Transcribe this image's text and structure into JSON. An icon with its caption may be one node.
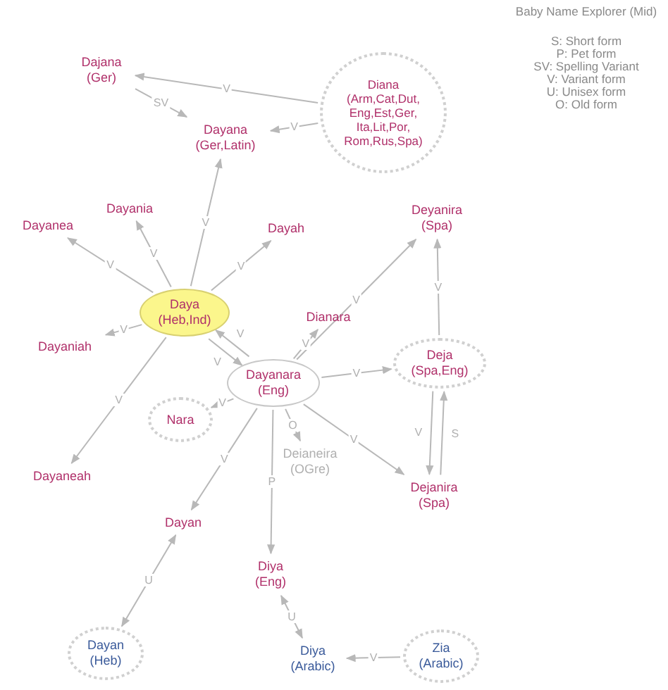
{
  "diagram": {
    "nodes": [
      {
        "text": [
          "Diana",
          "(Arm,Cat,Dut, Eng,Est,Ger, Ita,Lit,Por, Rom,Rus,Spa)"
        ]
      },
      {
        "text": [
          "Dajana",
          "(Ger)"
        ]
      },
      {
        "text": [
          "Dayana",
          "(Ger,Latin)"
        ]
      },
      {
        "text": [
          "Dayanea"
        ]
      },
      {
        "text": [
          "Dayania"
        ]
      },
      {
        "text": [
          "Dayah"
        ]
      },
      {
        "text": [
          "Deyanira",
          "(Spa)"
        ]
      },
      {
        "text": [
          "Daya",
          "(Heb,Ind)"
        ]
      },
      {
        "text": [
          "Dianara"
        ]
      },
      {
        "text": [
          "Dayaniah"
        ]
      },
      {
        "text": [
          "Dayanara",
          "(Eng)"
        ]
      },
      {
        "text": [
          "Deja",
          "(Spa,Eng)"
        ]
      },
      {
        "text": [
          "Nara"
        ]
      },
      {
        "text": [
          "Deianeira",
          "(OGre)"
        ]
      },
      {
        "text": [
          "Dejanira",
          "(Spa)"
        ]
      },
      {
        "text": [
          "Dayaneah"
        ]
      },
      {
        "text": [
          "Dayan"
        ]
      },
      {
        "text": [
          "Diya",
          "(Eng)"
        ]
      },
      {
        "text": [
          "Dayan",
          "(Heb)"
        ]
      },
      {
        "text": [
          "Diya",
          "(Arabic)"
        ]
      },
      {
        "text": [
          "Zia",
          "(Arabic)"
        ]
      }
    ],
    "edges": [
      {
        "from": 0,
        "to": 1,
        "arrow": "to",
        "label": "V"
      },
      {
        "from": 1,
        "to": 2,
        "arrow": "to",
        "label": "SV"
      },
      {
        "from": 0,
        "to": 2,
        "arrow": "to",
        "label": "V"
      },
      {
        "from": 7,
        "to": 2,
        "arrow": "to",
        "label": "V"
      },
      {
        "from": 7,
        "to": 3,
        "arrow": "to",
        "label": "V"
      },
      {
        "from": 7,
        "to": 4,
        "arrow": "to",
        "label": "V"
      },
      {
        "from": 7,
        "to": 5,
        "arrow": "to",
        "label": "V"
      },
      {
        "from": 7,
        "to": 9,
        "arrow": "to",
        "label": "V"
      },
      {
        "from": 7,
        "to": 15,
        "arrow": "to",
        "label": "V"
      },
      {
        "from": 7,
        "to": 10,
        "arrow": "to",
        "label": "V"
      },
      {
        "from": 10,
        "to": 7,
        "arrow": "to",
        "label": "V"
      },
      {
        "from": 10,
        "to": 8,
        "arrow": "to",
        "label": "V"
      },
      {
        "from": 10,
        "to": 6,
        "arrow": "to",
        "label": "V"
      },
      {
        "from": 10,
        "to": 11,
        "arrow": "to",
        "label": "V"
      },
      {
        "from": 10,
        "to": 12,
        "arrow": "to",
        "label": "V"
      },
      {
        "from": 10,
        "to": 13,
        "arrow": "to",
        "label": "O"
      },
      {
        "from": 10,
        "to": 14,
        "arrow": "to",
        "label": "V"
      },
      {
        "from": 10,
        "to": 16,
        "arrow": "to",
        "label": "V"
      },
      {
        "from": 10,
        "to": 17,
        "arrow": "to",
        "label": "P"
      },
      {
        "from": 11,
        "to": 6,
        "arrow": "to",
        "label": "V"
      },
      {
        "from": 14,
        "to": 11,
        "arrow": "to",
        "label": "S"
      },
      {
        "from": 11,
        "to": 14,
        "arrow": "to",
        "label": "V"
      },
      {
        "from": 18,
        "to": 16,
        "arrow": "both",
        "label": "U"
      },
      {
        "from": 17,
        "to": 19,
        "arrow": "both",
        "label": "U"
      },
      {
        "from": 20,
        "to": 19,
        "arrow": "to",
        "label": "V"
      }
    ],
    "labels": [
      "Baby Name Explorer (Mid)",
      "S: Short form",
      "P: Pet form",
      "SV: Spelling Variant",
      "V: Variant form",
      "U: Unisex form",
      "O: Old form"
    ]
  }
}
